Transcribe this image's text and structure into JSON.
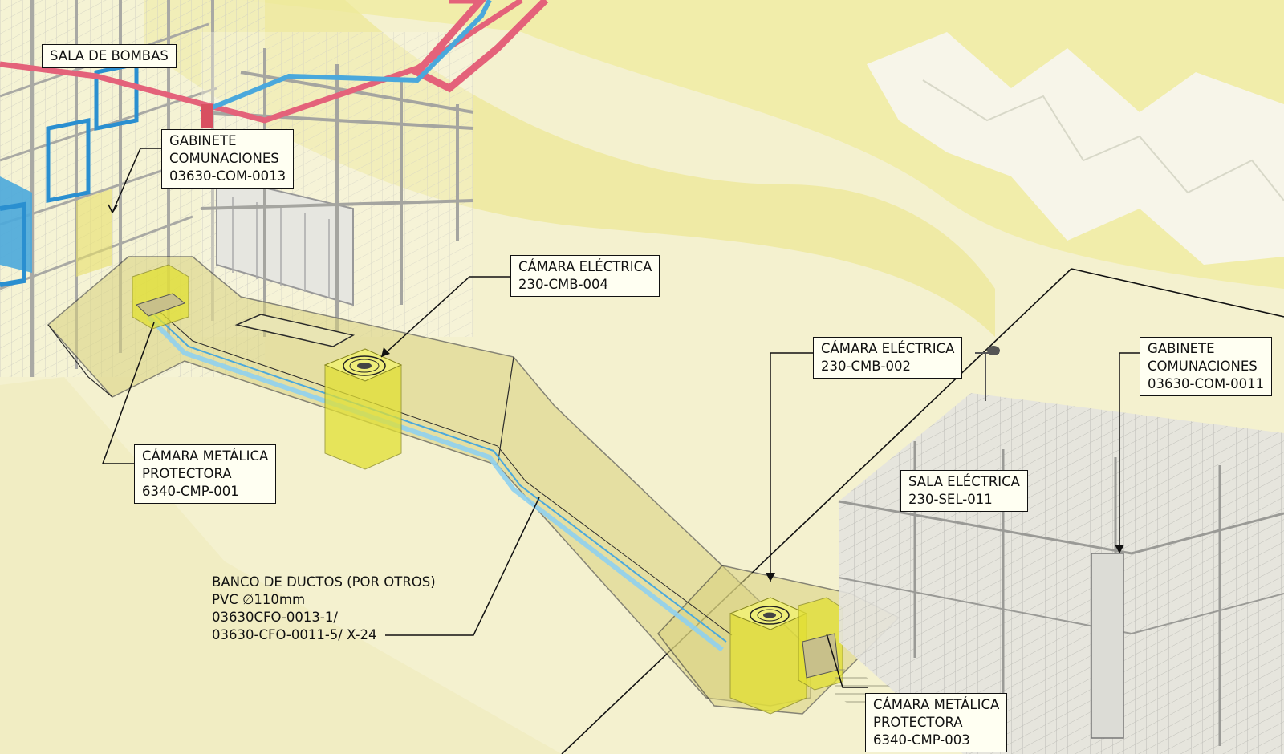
{
  "colors": {
    "terrain_light": "#f3f0cc",
    "terrain_mid": "#ece7a6",
    "duct_bank": "#d9d27e",
    "chamber": "#e2e033",
    "steel": "#c9c9c4",
    "pipe_red": "#e4627a",
    "pipe_blue": "#4aa8dc",
    "conduit_blue": "#8fd0ee"
  },
  "labels": {
    "sala_bombas": {
      "line1": "SALA DE BOMBAS"
    },
    "gabinete_13": {
      "line1": "GABINETE",
      "line2": "COMUNACIONES",
      "line3": "03630-COM-0013"
    },
    "camara_004": {
      "line1": "CÁMARA ELÉCTRICA",
      "line2": "230-CMB-004"
    },
    "camara_002": {
      "line1": "CÁMARA ELÉCTRICA",
      "line2": "230-CMB-002"
    },
    "gabinete_11": {
      "line1": "GABINETE",
      "line2": "COMUNACIONES",
      "line3": "03630-COM-0011"
    },
    "sala_electrica": {
      "line1": "SALA ELÉCTRICA",
      "line2": "230-SEL-011"
    },
    "camara_metalica_001": {
      "line1": "CÁMARA METÁLICA",
      "line2": "PROTECTORA",
      "line3": "6340-CMP-001"
    },
    "camara_metalica_003": {
      "line1": "CÁMARA METÁLICA",
      "line2": "PROTECTORA",
      "line3": "6340-CMP-003"
    },
    "banco_ductos": {
      "line1": "BANCO DE DUCTOS (POR OTROS)",
      "line2": "PVC ∅110mm",
      "line3": "03630CFO-0013-1/",
      "line4": "03630-CFO-0011-5/ X-24"
    }
  }
}
